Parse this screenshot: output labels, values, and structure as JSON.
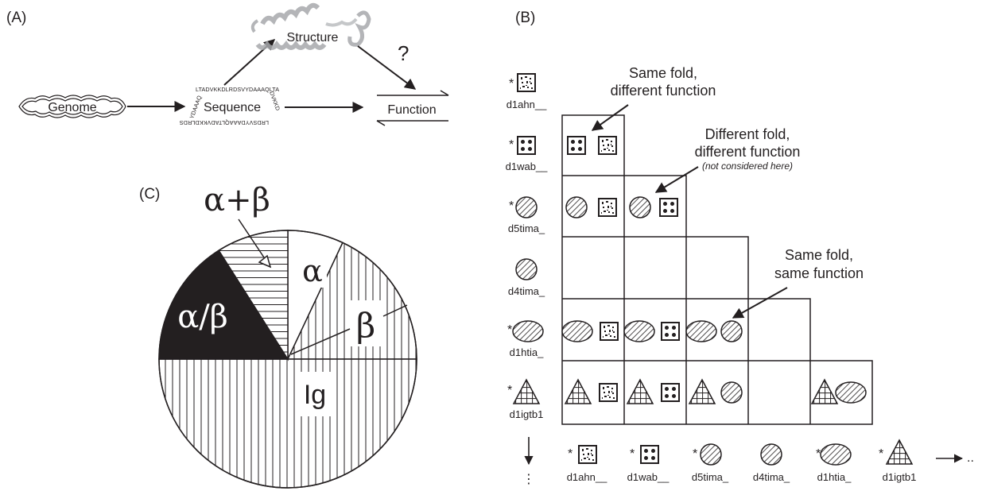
{
  "panels": {
    "a": "(A)",
    "b": "(B)",
    "c": "(C)"
  },
  "panel_a": {
    "genome": "Genome",
    "sequence": "Sequence",
    "structure": "Structure",
    "function": "Function",
    "question": "?",
    "seq_top": "LTADVKKDLRDSVYDAAAQLTA",
    "seq_right": "DVKKD",
    "seq_bottom": "LRDSVYDAAAQLTADVKKDLRDS",
    "seq_left": "YDAAAQ"
  },
  "panel_c": {
    "slices": [
      {
        "label": "α",
        "fraction": 0.07,
        "pattern": "white"
      },
      {
        "label": "β",
        "fraction": 0.18,
        "pattern": "vertical-lines"
      },
      {
        "label": "Ig",
        "fraction": 0.5,
        "pattern": "vertical-lines"
      },
      {
        "label": "α/β",
        "fraction": 0.16,
        "pattern": "black"
      },
      {
        "label": "α+β",
        "fraction": 0.09,
        "pattern": "horizontal-lines"
      }
    ],
    "labels": {
      "alpha": "α",
      "beta": "β",
      "ig": "Ig",
      "alpha_beta": "α/β",
      "alpha_plus_beta": "α+β"
    }
  },
  "panel_b": {
    "star": "*",
    "rows": [
      {
        "name": "d1ahn__",
        "shape": "square-dots",
        "starred": true
      },
      {
        "name": "d1wab__",
        "shape": "square-four",
        "starred": true
      },
      {
        "name": "d5tima_",
        "shape": "circle-hatch",
        "starred": true
      },
      {
        "name": "d4tima_",
        "shape": "circle-hatch",
        "starred": false
      },
      {
        "name": "d1htia_",
        "shape": "ellipse-hatch",
        "starred": true
      },
      {
        "name": "d1igtb1",
        "shape": "triangle-grid",
        "starred": true
      }
    ],
    "columns": [
      {
        "name": "d1ahn__",
        "starred": true
      },
      {
        "name": "d1wab__",
        "starred": true
      },
      {
        "name": "d5tima_",
        "starred": true
      },
      {
        "name": "d4tima_",
        "starred": false
      },
      {
        "name": "d1htia_",
        "starred": true
      },
      {
        "name": "d1igtb1",
        "starred": true
      }
    ],
    "annotations": {
      "same_fold_diff_func_1": "Same fold,",
      "same_fold_diff_func_2": "different function",
      "diff_fold_diff_func_1": "Different fold,",
      "diff_fold_diff_func_2": "different function",
      "diff_fold_note": "(not considered here)",
      "same_fold_same_func_1": "Same fold,",
      "same_fold_same_func_2": "same function"
    },
    "continuation_dots": "..",
    "vertical_dots": "⋮"
  },
  "colors": {
    "ink": "#231f20",
    "structure_gray": "#a7a9ac"
  }
}
